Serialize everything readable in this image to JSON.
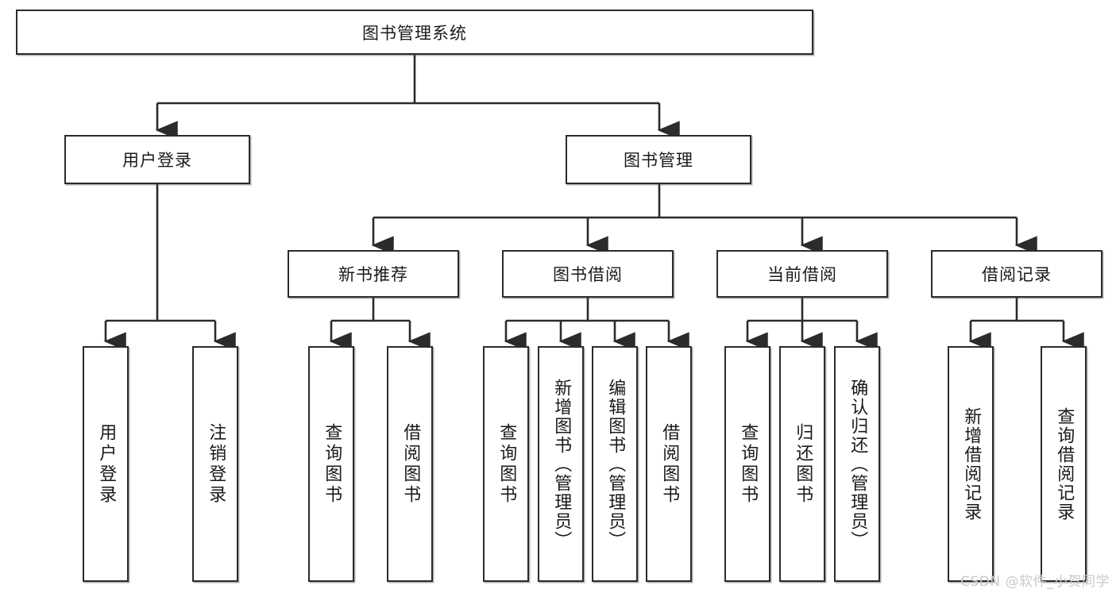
{
  "diagram": {
    "type": "tree-hierarchy",
    "title": "图书管理系统",
    "orientation": "top-down",
    "colors": {
      "box_border": "#2b2b2b",
      "box_fill": "#ffffff",
      "connector": "#2b2b2b",
      "text": "#1a1a1a",
      "watermark": "#c9c9c9"
    },
    "root": {
      "label": "图书管理系统"
    },
    "level2": [
      {
        "id": "user-login",
        "label": "用户登录"
      },
      {
        "id": "book-manage",
        "label": "图书管理"
      }
    ],
    "level3": [
      {
        "id": "new-book-recommend",
        "label": "新书推荐"
      },
      {
        "id": "book-borrow",
        "label": "图书借阅"
      },
      {
        "id": "current-borrow",
        "label": "当前借阅"
      },
      {
        "id": "borrow-record",
        "label": "借阅记录"
      }
    ],
    "leaves": {
      "user_login": [
        {
          "id": "leaf-user-login",
          "label": "用户登录"
        },
        {
          "id": "leaf-logout-login",
          "label": "注销登录"
        }
      ],
      "new_book_recommend": [
        {
          "id": "leaf-query-book-1",
          "label": "查询图书"
        },
        {
          "id": "leaf-borrow-book-1",
          "label": "借阅图书"
        }
      ],
      "book_borrow": [
        {
          "id": "leaf-query-book-2",
          "label": "查询图书"
        },
        {
          "id": "leaf-add-book",
          "label": "新增图书（管理员）"
        },
        {
          "id": "leaf-edit-book",
          "label": "编辑图书（管理员）"
        },
        {
          "id": "leaf-borrow-book-2",
          "label": "借阅图书"
        }
      ],
      "current_borrow": [
        {
          "id": "leaf-query-book-3",
          "label": "查询图书"
        },
        {
          "id": "leaf-return-book",
          "label": "归还图书"
        },
        {
          "id": "leaf-confirm-return",
          "label": "确认归还（管理员）"
        }
      ],
      "borrow_record": [
        {
          "id": "leaf-add-record",
          "label": "新增借阅记录"
        },
        {
          "id": "leaf-query-record",
          "label": "查询借阅记录"
        }
      ]
    },
    "watermark": "CSDN @软件_小贺同学"
  }
}
